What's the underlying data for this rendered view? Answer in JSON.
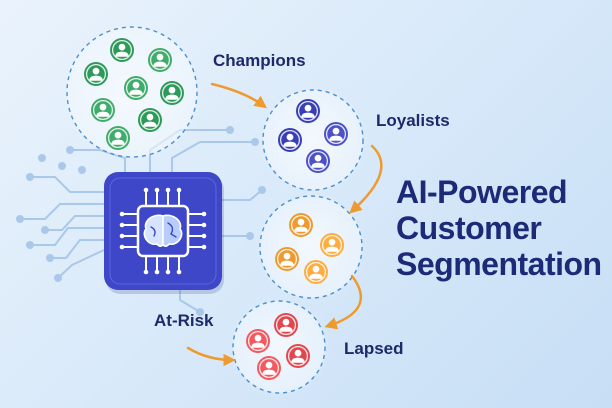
{
  "title": {
    "line1": "AI-Powered",
    "line2": "Customer",
    "line3": "Segmentation"
  },
  "segments": [
    {
      "name": "Champions",
      "color": "#2e9a5a"
    },
    {
      "name": "Loyalists",
      "color": "#3a3fb5"
    },
    {
      "name": "At-Risk",
      "color": "#ef9a2e"
    },
    {
      "name": "Lapsed",
      "color": "#e0474f"
    }
  ],
  "icons": {
    "hub": "ai-chip-brain-icon",
    "person": "person-icon",
    "flow": "curved-arrow-icon"
  },
  "colors": {
    "chip": "#3d47c8",
    "arrow": "#ef9a2e",
    "circuit": "#a9c8ea",
    "dashed": "#4a8fd0",
    "title": "#1d2a78"
  }
}
